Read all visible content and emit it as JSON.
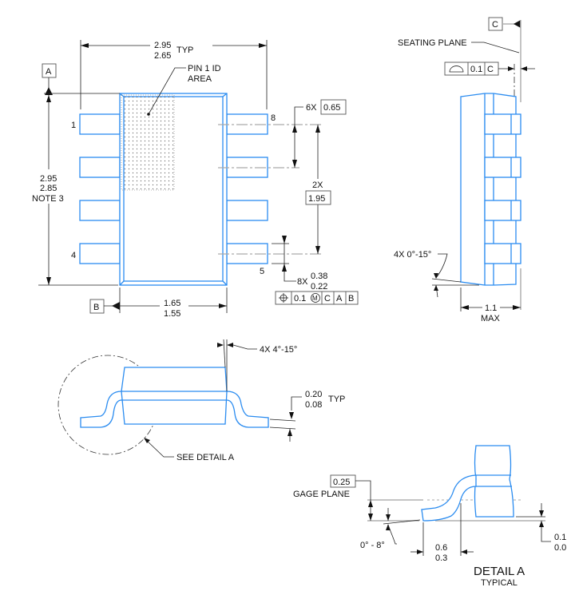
{
  "top_view": {
    "width_dim": {
      "max": "2.95",
      "min": "2.65",
      "note": "TYP"
    },
    "height_dim": {
      "max": "2.95",
      "min": "2.85",
      "note": "NOTE 3"
    },
    "body_width_dim": {
      "max": "1.65",
      "min": "1.55"
    },
    "pin1_label": [
      "PIN 1 ID",
      "AREA"
    ],
    "pin_numbers": [
      "1",
      "4",
      "8",
      "5"
    ],
    "datum_a": "A",
    "datum_b": "B",
    "pitch": {
      "count": "6X",
      "value": "0.65"
    },
    "span": {
      "count": "2X",
      "value": "1.95"
    },
    "lead_width": {
      "count": "8X",
      "max": "0.38",
      "min": "0.22"
    },
    "position_frame": {
      "symbol": "position-icon",
      "tolerance": "0.1",
      "modifier": "M",
      "datums": [
        "C",
        "A",
        "B"
      ]
    }
  },
  "side_view": {
    "datum_c": "C",
    "seating_plane": "SEATING PLANE",
    "flatness_frame": {
      "symbol": "profile-icon",
      "tolerance": "0.1",
      "datum": "C"
    },
    "angle": "4X 0°-15°",
    "height_dim": {
      "value": "1.1",
      "note": "MAX"
    }
  },
  "end_view": {
    "angle": "4X 4°-15°",
    "thickness": {
      "max": "0.20",
      "min": "0.08",
      "note": "TYP"
    },
    "detail_callout": "SEE DETAIL A"
  },
  "detail_a": {
    "gage_value": "0.25",
    "gage_label": "GAGE PLANE",
    "angle": "0° - 8°",
    "foot_length": {
      "max": "0.6",
      "min": "0.3"
    },
    "standoff": {
      "max": "0.1",
      "min": "0.0"
    },
    "title": "DETAIL A",
    "subtitle": "TYPICAL"
  },
  "colors": {
    "outline": "#2b8cf0",
    "dimension": "#111111",
    "reference": "#b0b0b0"
  }
}
